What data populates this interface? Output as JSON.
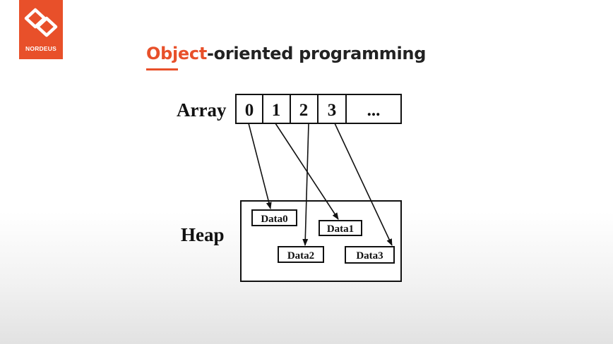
{
  "brand": {
    "logo_text": "NORDEUS",
    "color": "#e8502a"
  },
  "title": {
    "highlight": "Object",
    "rest": "-oriented programming"
  },
  "diagram": {
    "array_label": "Array",
    "heap_label": "Heap",
    "cells": [
      "0",
      "1",
      "2",
      "3",
      "..."
    ],
    "heap_objects": [
      "Data0",
      "Data1",
      "Data2",
      "Data3"
    ],
    "pointers": [
      {
        "from": "0",
        "to": "Data0"
      },
      {
        "from": "1",
        "to": "Data1"
      },
      {
        "from": "2",
        "to": "Data2"
      },
      {
        "from": "3",
        "to": "Data3"
      }
    ]
  }
}
